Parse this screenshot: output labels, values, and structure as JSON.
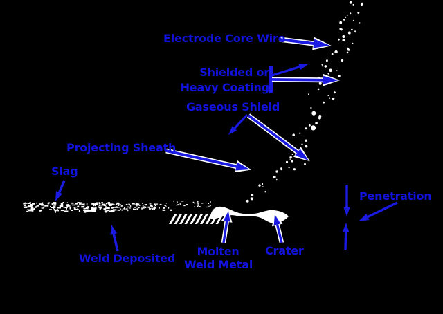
{
  "diagram": {
    "subject": "Shielded metal arc welding cross-section diagram",
    "labels": {
      "electrode_core_wire": "Electrode Core Wire",
      "shielded_line1": "Shielded or",
      "shielded_line2": "Heavy Coating",
      "gaseous_shield": "Gaseous Shield",
      "projecting_sheath": "Projecting Sheath",
      "slag": "Slag",
      "penetration": "Penetration",
      "weld_deposited": "Weld Deposited",
      "molten_line1": "Molten",
      "molten_line2": "Weld Metal",
      "crater": "Crater"
    }
  },
  "colors": {
    "background": "#000000",
    "label_blue": "#1212dd",
    "arrow_blue": "#1a1ae0",
    "art_white": "#ffffff"
  }
}
